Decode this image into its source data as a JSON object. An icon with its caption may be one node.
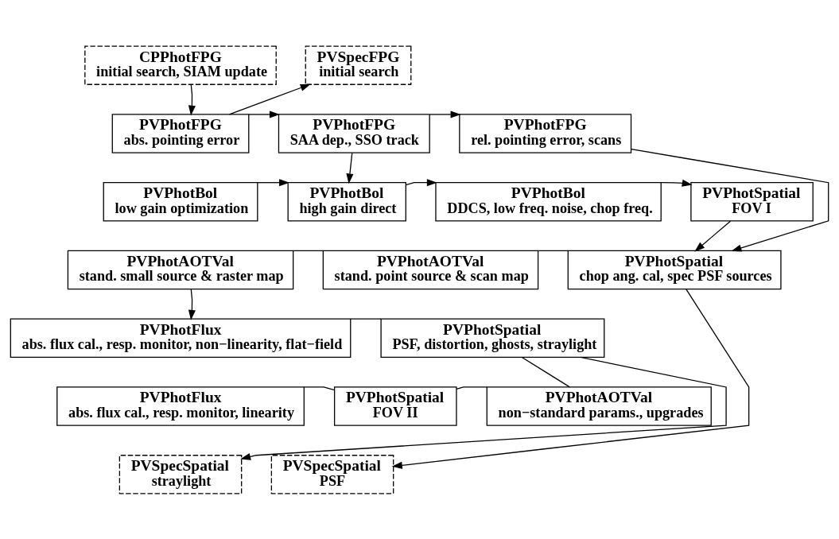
{
  "diagram": {
    "nodes": [
      {
        "text": [
          "CPPhotFPG",
          "initial search, SIAM update"
        ]
      },
      {
        "text": [
          "PVSpecFPG",
          "initial search"
        ]
      },
      {
        "text": [
          "PVPhotFPG",
          "abs. pointing error"
        ]
      },
      {
        "text": [
          "PVPhotFPG",
          "SAA dep., SSO track"
        ]
      },
      {
        "text": [
          "PVPhotFPG",
          "rel. pointing error, scans"
        ]
      },
      {
        "text": [
          "PVPhotBol",
          "low gain optimization"
        ]
      },
      {
        "text": [
          "PVPhotBol",
          "high gain direct"
        ]
      },
      {
        "text": [
          "PVPhotBol",
          "DDCS, low freq. noise, chop freq."
        ]
      },
      {
        "text": [
          "PVPhotSpatial",
          "FOV I"
        ]
      },
      {
        "text": [
          "PVPhotAOTVal",
          "stand. small source & raster map"
        ]
      },
      {
        "text": [
          "PVPhotAOTVal",
          "stand. point source & scan map"
        ]
      },
      {
        "text": [
          "PVPhotSpatial",
          "chop ang. cal, spec PSF sources"
        ]
      },
      {
        "text": [
          "PVPhotFlux",
          "abs. flux cal., resp. monitor, non−linearity, flat−field"
        ]
      },
      {
        "text": [
          "PVPhotSpatial",
          "PSF, distortion, ghosts, straylight"
        ]
      },
      {
        "text": [
          "PVPhotFlux",
          "abs. flux cal., resp. monitor, linearity"
        ]
      },
      {
        "text": [
          "PVPhotSpatial",
          "FOV II"
        ]
      },
      {
        "text": [
          "PVPhotAOTVal",
          "non−standard params., upgrades"
        ]
      },
      {
        "text": [
          "PVSpecSpatial",
          "straylight"
        ]
      },
      {
        "text": [
          "PVSpecSpatial",
          "PSF"
        ]
      }
    ],
    "edges": [
      {
        "from": 0,
        "to": 2,
        "arrow": "to"
      },
      {
        "from": 2,
        "to": 1,
        "arrow": "to"
      },
      {
        "from": 2,
        "to": 3,
        "arrow": "to"
      },
      {
        "from": 3,
        "to": 4,
        "arrow": "to"
      },
      {
        "from": 3,
        "to": 6,
        "arrow": "to"
      },
      {
        "from": 5,
        "to": 6,
        "arrow": "to"
      },
      {
        "from": 6,
        "to": 7,
        "arrow": "to"
      },
      {
        "from": 7,
        "to": 8,
        "arrow": "to"
      },
      {
        "from": 4,
        "to": 11,
        "arrow": "to"
      },
      {
        "from": 8,
        "to": 11,
        "arrow": "to"
      },
      {
        "from": 11,
        "to": 10,
        "arrow": "none"
      },
      {
        "from": 10,
        "to": 9,
        "arrow": "none"
      },
      {
        "from": 11,
        "to": 18,
        "arrow": "to"
      },
      {
        "from": 9,
        "to": 12,
        "arrow": "to"
      },
      {
        "from": 12,
        "to": 13,
        "arrow": "none"
      },
      {
        "from": 13,
        "to": 16,
        "arrow": "none"
      },
      {
        "from": 13,
        "to": 17,
        "arrow": "to"
      },
      {
        "from": 16,
        "to": 15,
        "arrow": "none"
      },
      {
        "from": 15,
        "to": 14,
        "arrow": "none"
      }
    ]
  }
}
